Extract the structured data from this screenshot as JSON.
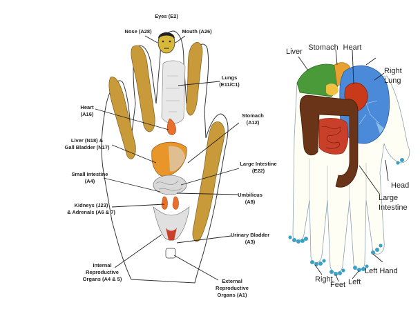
{
  "left_diagram": {
    "labels": {
      "eyes": "Eyes (E2)",
      "nose": "Nose (A28)",
      "mouth": "Mouth (A26)",
      "lungs_1": "Lungs",
      "lungs_2": "(E11/C1)",
      "heart_1": "Heart",
      "heart_2": "(A16)",
      "stomach_1": "Stomach",
      "stomach_2": "(A12)",
      "liver_1": "Liver (N18) &",
      "liver_2": "Gall Bladder (N17)",
      "large_intestine_1": "Large Intestine",
      "large_intestine_2": "(E22)",
      "small_intestine_1": "Small Intestine",
      "small_intestine_2": "(A4)",
      "umbilicus_1": "Umbilicus",
      "umbilicus_2": "(A8)",
      "kidneys_1": "Kidneys (J23)",
      "kidneys_2": "& Adrenals (A6 & 7)",
      "bladder_1": "Urinary Bladder",
      "bladder_2": "(A3)",
      "internal_1": "Internal",
      "internal_2": "Reproductive",
      "internal_3": "Organs (A4 & 5)",
      "external_1": "External",
      "external_2": "Reproductive",
      "external_3": "Organs (A1)"
    }
  },
  "right_diagram": {
    "labels": {
      "liver": "Liver",
      "stomach": "Stomach",
      "heart": "Heart",
      "right_lung_1": "Right",
      "right_lung_2": "Lung",
      "head": "Head",
      "large_intestine_1": "Large",
      "large_intestine_2": "Intestine",
      "left_hand": "Left Hand",
      "right": "Right",
      "feet": "Feet",
      "left": "Left"
    }
  },
  "colors": {
    "skin_ochre": "#c99a3a",
    "liver_orange": "#e8962a",
    "liver_green": "#4a9a3a",
    "heart_red": "#c83a1a",
    "lung_blue": "#4a8ad8",
    "intestine_brown": "#6a3418",
    "small_intestine_red": "#c8402a",
    "toe_blue": "#3aa0c8"
  }
}
